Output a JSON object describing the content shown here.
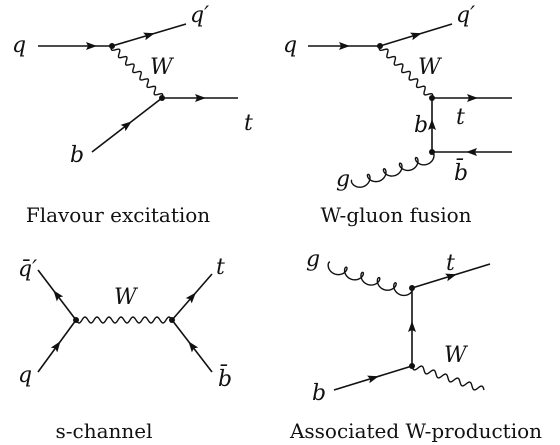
{
  "diagrams": [
    {
      "caption": "Flavour excitation",
      "labels": {
        "q_in": "q",
        "q_out": "q′",
        "w": "W",
        "b": "b",
        "t": "t"
      }
    },
    {
      "caption": "W-gluon fusion",
      "labels": {
        "q_in": "q",
        "q_out": "q′",
        "w": "W",
        "b": "b",
        "t": "t",
        "g": "g",
        "bbar": "b̄"
      }
    },
    {
      "caption": "s-channel",
      "labels": {
        "qbar": "q̄′",
        "q": "q",
        "w": "W",
        "t": "t",
        "bbar": "b̄"
      }
    },
    {
      "caption": "Associated W-production",
      "labels": {
        "g": "g",
        "t": "t",
        "b": "b",
        "w": "W"
      }
    }
  ]
}
